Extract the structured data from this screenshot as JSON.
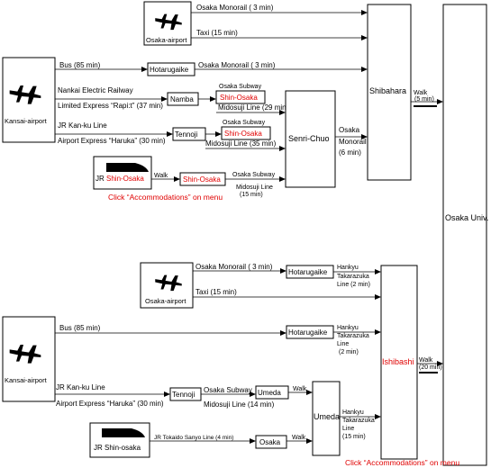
{
  "nodes": {
    "osaka_airport": "Osaka-airport",
    "kansai_airport": "Kansai-airport",
    "hotarugaike": "Hotarugaike",
    "namba": "Namba",
    "tennoji": "Tennoji",
    "shin_osaka": "Shin-Osaka",
    "senri_chuo": "Senri-Chuo",
    "shibahara": "Shibahara",
    "osaka_univ": "Osaka Univ.",
    "ishibashi": "Ishibashi",
    "umeda": "Umeda",
    "osaka": "Osaka",
    "jr_shin_osaka_prefix": "JR ",
    "jr_shin_osaka_lower": "JR Shin-osaka"
  },
  "routes": {
    "osaka_monorail_3": "Osaka Monorail ( 3 min)",
    "osaka_monorail_3b": "Osaka Monorail ( 3 min)",
    "taxi_15": "Taxi (15 min)",
    "bus_85": "Bus (85 min)",
    "nankai": "Nankai Electric Railway",
    "rapit": "Limited Express “Rapi:t” (37 min)",
    "osaka_subway": "Osaka Subway",
    "midosuji_29": "Midosuji Line (29 min)",
    "jr_kanku": "JR Kan-ku Line",
    "haruka": "Airport Express “Haruka” (30 min)",
    "midosuji_35": "Midosuji Line (35 min)",
    "walk": "Walk",
    "midosuji_15_a": "Midosuji Line",
    "midosuji_15_b": "(15 min)",
    "osaka_monorail_6_a": "Osaka",
    "osaka_monorail_6_b": "Monorail",
    "osaka_monorail_6_c": "(6 min)",
    "walk_5": "(5 min)",
    "walk_20": "(20 min)",
    "hankyu": "Hankyu",
    "takarazuka": "Takarazuka",
    "line_2": "Line (2 min)",
    "line": "Line",
    "min_2": "(2 min)",
    "min_15": "(15 min)",
    "midosuji_14": "Midosuji Line (14 min)",
    "jr_tokaido": "JR Tokaido Sanyo Line (4 min)"
  },
  "notes": {
    "accommodations_top": "Click “Accommodations” on menu",
    "accommodations_bottom": "Click “Accommodations” on menu"
  },
  "colors": {
    "accent_red": "#e00000",
    "line": "#000000",
    "background": "#ffffff"
  },
  "icons": [
    "airplane-icon",
    "shinkansen-train-icon"
  ]
}
